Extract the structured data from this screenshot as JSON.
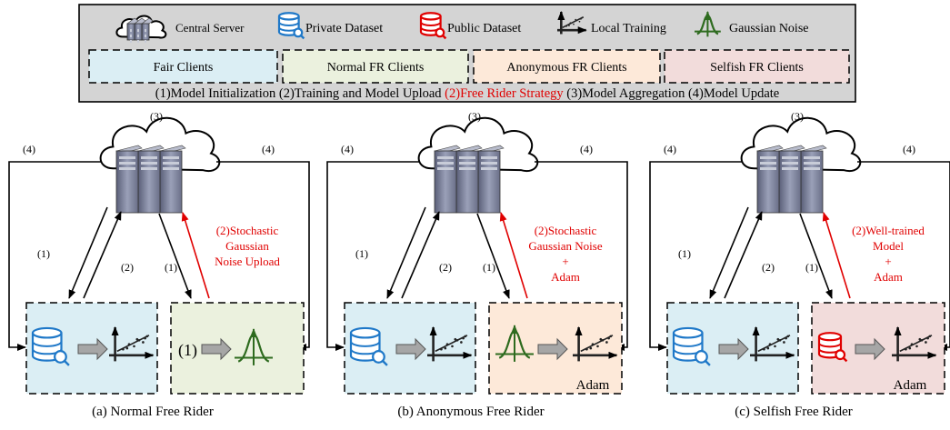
{
  "legend": {
    "server_label": "Central Server",
    "private_label": "Private Dataset",
    "public_label": "Public Dataset",
    "training_label": "Local Training",
    "noise_label": "Gaussian Noise",
    "client_types": [
      "Fair Clients",
      "Normal FR Clients",
      "Anonymous FR Clients",
      "Selfish FR Clients"
    ],
    "steps": [
      {
        "text": "(1)Model Initialization ",
        "red": false
      },
      {
        "text": "(2)Training and Model Upload ",
        "red": false
      },
      {
        "text": "(2)Free Rider Strategy ",
        "red": true
      },
      {
        "text": "(3)Model Aggregation ",
        "red": false
      },
      {
        "text": "(4)Model Update",
        "red": false
      }
    ]
  },
  "labels": {
    "agg": "(3)",
    "update": "(4)",
    "init": "(1)",
    "upload": "(2)",
    "adam": "Adam"
  },
  "panels": [
    {
      "caption": "(a) Normal Free Rider",
      "strategy": [
        "(2)Stochastic",
        "Gaussian",
        "Noise Upload"
      ],
      "fr_type": "normal"
    },
    {
      "caption": "(b) Anonymous Free Rider",
      "strategy": [
        "(2)Stochastic",
        "Gaussian Noise",
        "+",
        "Adam"
      ],
      "fr_type": "anonymous"
    },
    {
      "caption": "(c) Selfish Free Rider",
      "strategy": [
        "(2)Well-trained",
        "Model",
        "+",
        "Adam"
      ],
      "fr_type": "selfish"
    }
  ],
  "colors": {
    "legend_bg": "#d4d4d4",
    "fair": "#dbeef4",
    "normal": "#ebf1de",
    "anonymous": "#fde9d9",
    "selfish": "#f2dcdb",
    "private_blue": "#1f78c8",
    "public_red": "#e00000",
    "noise_green": "#2e6b1f",
    "free_rider_red": "#e00000"
  }
}
